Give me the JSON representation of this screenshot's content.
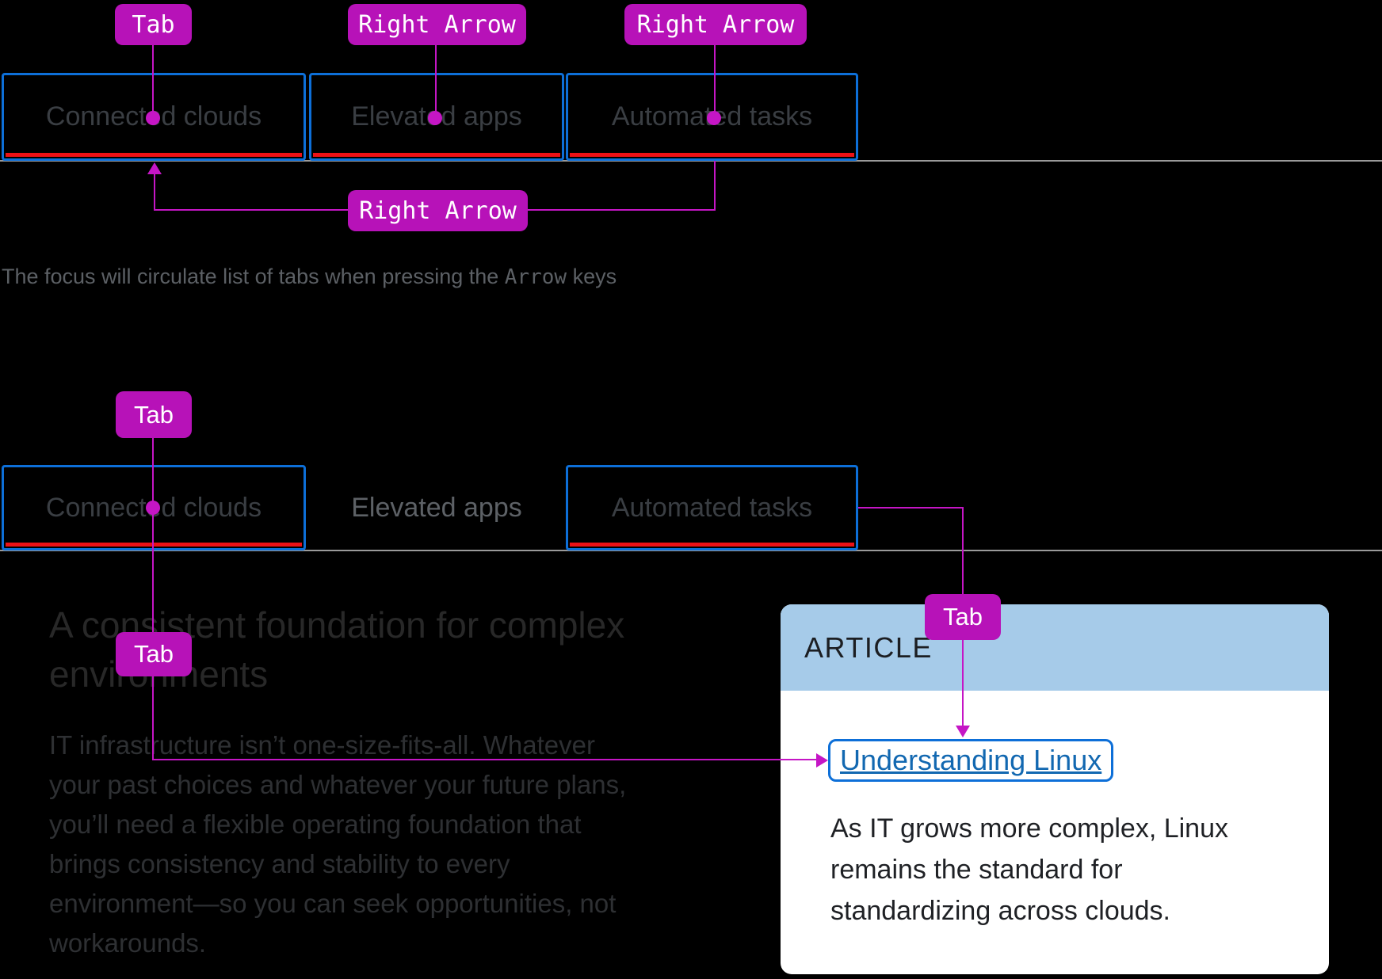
{
  "colors": {
    "background": "#000000",
    "magenta-label": "#b712b8",
    "magenta-line": "#c516c5",
    "label-text": "#ffffff",
    "focus-blue": "#0d6fd8",
    "underline-red": "#ec1115",
    "divider-gray": "#9a9a9a",
    "tab-text": "#3a3e43",
    "tab-text-dim": "#5d6166",
    "caption-gray": "#5c6065",
    "heading-dim": "#282828",
    "paragraph-dim": "#2e3033",
    "card-bg": "#ffffff",
    "card-header-blue": "#a6cbe9",
    "card-title-text": "#1c1e22",
    "link-blue": "#1268b1",
    "card-body-text": "#1f2125"
  },
  "key_labels": {
    "tab": "Tab",
    "right_arrow": "Right Arrow"
  },
  "diagram_top": {
    "tabs": [
      "Connected clouds",
      "Elevated apps",
      "Automated tasks"
    ],
    "caption": {
      "part1": "The focus will circulate list of tabs when pressing the ",
      "key": "Arrow",
      "part2": " keys"
    }
  },
  "diagram_bottom": {
    "tabs": [
      "Connected clouds",
      "Elevated apps",
      "Automated tasks"
    ],
    "content": {
      "heading_line1": "A consistent foundation for complex",
      "heading_line2": "environments",
      "paragraph_lines": [
        "IT infrastructure isn’t one-size-fits-all. Whatever",
        "your past choices and whatever your future plans,",
        "you’ll need a flexible operating foundation that",
        "brings consistency and stability to every",
        "environment—so you can seek opportunities, not",
        "workarounds."
      ]
    },
    "article_card": {
      "eyebrow": "ARTICLE",
      "link_text": "Understanding Linux",
      "body_lines": [
        "As IT grows more complex, Linux",
        "remains the standard for",
        "standardizing across clouds."
      ]
    }
  }
}
